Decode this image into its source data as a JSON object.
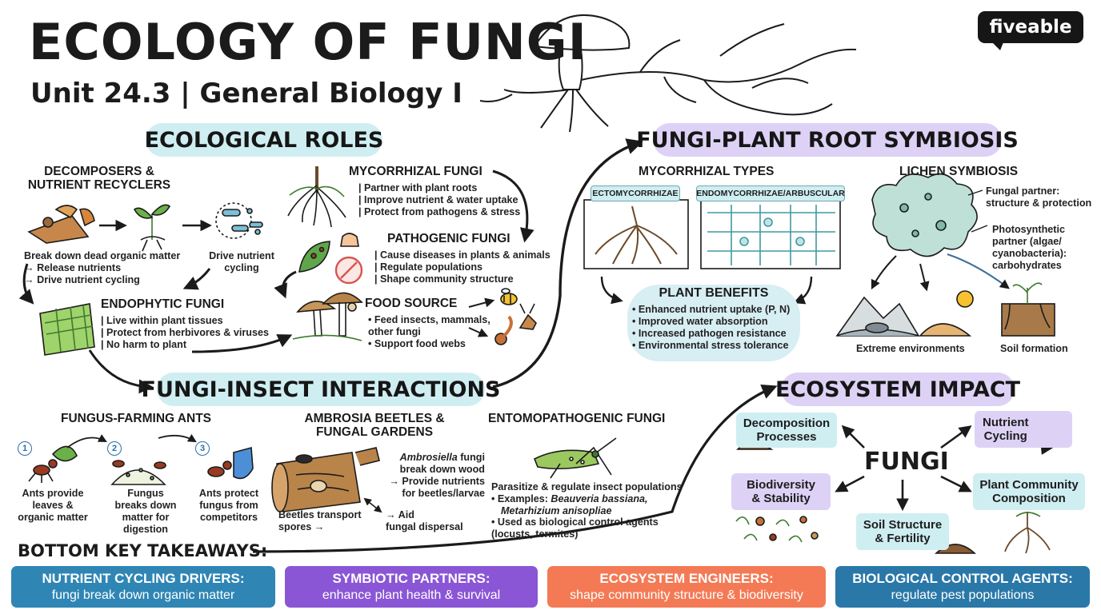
{
  "header": {
    "title": "ECOLOGY OF FUNGI",
    "subtitle": "Unit 24.3 | General Biology I",
    "logo_text": "fiveable"
  },
  "sections": {
    "roles": "ECOLOGICAL ROLES",
    "insects": "FUNGI-INSECT INTERACTIONS",
    "symbiosis": "FUNGI-PLANT ROOT SYMBIOSIS",
    "impact": "ECOSYSTEM IMPACT"
  },
  "roles": {
    "decomposers_title": "DECOMPOSERS &\nNUTRIENT RECYCLERS",
    "decomposers_desc": "Break down dead organic matter\n→ Release nutrients\n→ Drive nutrient cycling",
    "drive_cycling": "Drive nutrient\ncycling",
    "mycorrhizal_title": "MYCORRHIZAL FUNGI",
    "mycorrhizal_desc": "| Partner with plant roots\n| Improve nutrient & water uptake\n| Protect from pathogens & stress",
    "pathogenic_title": "PATHOGENIC FUNGI",
    "pathogenic_desc": "| Cause diseases in plants & animals\n| Regulate populations\n| Shape community structure",
    "endophytic_title": "ENDOPHYTIC FUNGI",
    "endophytic_desc": "| Live within plant tissues\n| Protect from herbivores & viruses\n| No harm to plant",
    "food_title": "FOOD SOURCE",
    "food_desc": "• Feed insects, mammals,\n   other fungi\n• Support food webs"
  },
  "insects": {
    "ants_title": "FUNGUS-FARMING ANTS",
    "ants_steps": [
      {
        "num": "1",
        "text": "Ants provide\nleaves &\norganic matter"
      },
      {
        "num": "2",
        "text": "Fungus\nbreaks down\nmatter for\ndigestion"
      },
      {
        "num": "3",
        "text": "Ants protect\nfungus from\ncompetitors"
      }
    ],
    "beetles_title": "AMBROSIA BEETLES &\nFUNGAL GARDENS",
    "beetles_genus": "Ambrosiella",
    "beetles_desc": " fungi\nbreak down wood\n→ Provide nutrients\nfor beetles/larvae",
    "beetles_transport": "Beetles transport\nspores →",
    "beetles_aid": "→ Aid\nfungal dispersal",
    "ento_title": "ENTOMOPATHOGENIC FUNGI",
    "ento_desc1": "Parasitize & regulate insect populations",
    "ento_examples_label": "• Examples: ",
    "ento_species1": "Beauveria bassiana,",
    "ento_species2": "Metarhizium anisopliae",
    "ento_desc2": "• Used as biological control agents\n  (locusts, termites)"
  },
  "symbiosis": {
    "types_title": "MYCORRHIZAL TYPES",
    "ecto": "ECTOMYCORRHIZAE",
    "endo": "ENDOMYCORRHIZAE/ARBUSCULAR",
    "lichen_title": "LICHEN SYMBIOSIS",
    "fungal_partner": "Fungal partner:\nstructure & protection",
    "photo_partner": "Photosynthetic\npartner (algae/\ncyanobacteria):\ncarbohydrates",
    "extreme": "Extreme environments",
    "soil_formation": "Soil formation",
    "benefits_title": "PLANT BENEFITS",
    "benefits": "• Enhanced nutrient uptake (P, N)\n• Improved water absorption\n• Increased pathogen resistance\n• Environmental stress tolerance"
  },
  "impact": {
    "center": "FUNGI",
    "decomposition": "Decomposition\nProcesses",
    "nutrient": "Nutrient\nCycling",
    "biodiversity": "Biodiversity\n& Stability",
    "plant_community": "Plant Community\nComposition",
    "soil": "Soil Structure\n& Fertility"
  },
  "takeaways": {
    "label": "BOTTOM KEY TAKEAWAYS:",
    "items": [
      {
        "title": "NUTRIENT CYCLING DRIVERS:",
        "text": "fungi break down organic matter",
        "color": "#2f86b5"
      },
      {
        "title": "SYMBIOTIC PARTNERS:",
        "text": "enhance plant health & survival",
        "color": "#8a56d6"
      },
      {
        "title": "ECOSYSTEM ENGINEERS:",
        "text": "shape community structure & biodiversity",
        "color": "#f47a55"
      },
      {
        "title": "BIOLOGICAL CONTROL AGENTS:",
        "text": "regulate pest populations",
        "color": "#2a78a8"
      }
    ]
  },
  "colors": {
    "teal_pill": "#cfeef2",
    "purple_pill": "#ddd2f6",
    "ink": "#1b1b1b"
  }
}
